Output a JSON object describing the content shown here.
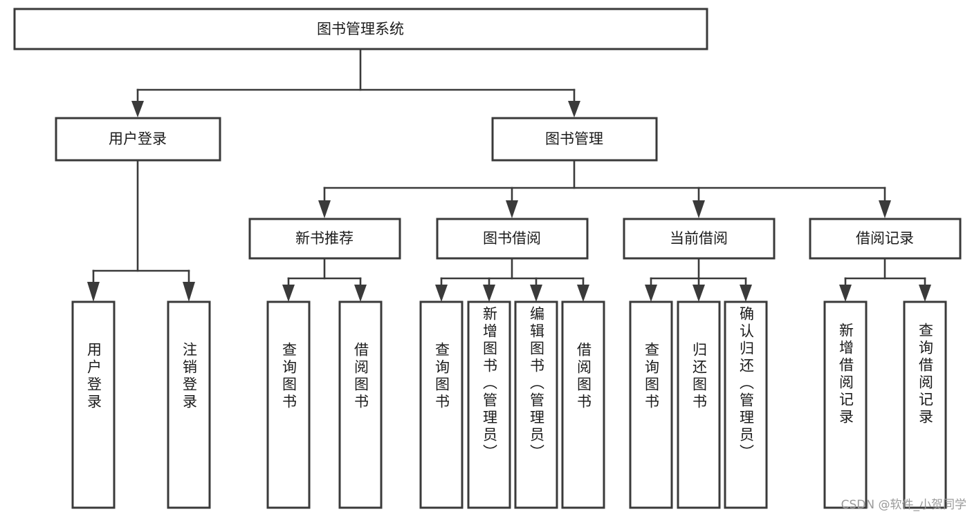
{
  "diagram": {
    "type": "tree",
    "title": "图书管理系统",
    "orientation": "top-down",
    "watermark": "CSDN @软件_小贺同学",
    "colors": {
      "box_stroke": "#3a3a3a",
      "box_fill": "#ffffff",
      "text": "#1b1b1b",
      "connector": "#3a3a3a",
      "watermark": "#9a9a9a",
      "background": "#ffffff"
    },
    "nodes": {
      "root": {
        "label": "图书管理系统",
        "level": 0,
        "orientation": "horizontal"
      },
      "l1": [
        {
          "label": "用户登录",
          "orientation": "horizontal"
        },
        {
          "label": "图书管理",
          "orientation": "horizontal"
        }
      ],
      "l2": [
        {
          "label": "新书推荐",
          "orientation": "horizontal"
        },
        {
          "label": "图书借阅",
          "orientation": "horizontal"
        },
        {
          "label": "当前借阅",
          "orientation": "horizontal"
        },
        {
          "label": "借阅记录",
          "orientation": "horizontal"
        }
      ],
      "leaves_user_login": [
        {
          "label": "用户登录",
          "orientation": "vertical"
        },
        {
          "label": "注销登录",
          "orientation": "vertical"
        }
      ],
      "leaves_new_books": [
        {
          "label": "查询图书",
          "orientation": "vertical"
        },
        {
          "label": "借阅图书",
          "orientation": "vertical"
        }
      ],
      "leaves_borrow": [
        {
          "label": "查询图书",
          "orientation": "vertical"
        },
        {
          "label": "新增图书（管理员）",
          "orientation": "vertical"
        },
        {
          "label": "编辑图书（管理员）",
          "orientation": "vertical"
        },
        {
          "label": "借阅图书",
          "orientation": "vertical"
        }
      ],
      "leaves_current": [
        {
          "label": "查询图书",
          "orientation": "vertical"
        },
        {
          "label": "归还图书",
          "orientation": "vertical"
        },
        {
          "label": "确认归还（管理员）",
          "orientation": "vertical"
        }
      ],
      "leaves_records": [
        {
          "label": "新增借阅记录",
          "orientation": "vertical"
        },
        {
          "label": "查询借阅记录",
          "orientation": "vertical"
        }
      ]
    },
    "edges": [
      {
        "from": "图书管理系统",
        "to": "用户登录"
      },
      {
        "from": "图书管理系统",
        "to": "图书管理"
      },
      {
        "from": "图书管理",
        "to": "新书推荐"
      },
      {
        "from": "图书管理",
        "to": "图书借阅"
      },
      {
        "from": "图书管理",
        "to": "当前借阅"
      },
      {
        "from": "图书管理",
        "to": "借阅记录"
      },
      {
        "from": "用户登录",
        "to": "用户登录"
      },
      {
        "from": "用户登录",
        "to": "注销登录"
      },
      {
        "from": "新书推荐",
        "to": "查询图书"
      },
      {
        "from": "新书推荐",
        "to": "借阅图书"
      },
      {
        "from": "图书借阅",
        "to": "查询图书"
      },
      {
        "from": "图书借阅",
        "to": "新增图书（管理员）"
      },
      {
        "from": "图书借阅",
        "to": "编辑图书（管理员）"
      },
      {
        "from": "图书借阅",
        "to": "借阅图书"
      },
      {
        "from": "当前借阅",
        "to": "查询图书"
      },
      {
        "from": "当前借阅",
        "to": "归还图书"
      },
      {
        "from": "当前借阅",
        "to": "确认归还（管理员）"
      },
      {
        "from": "借阅记录",
        "to": "新增借阅记录"
      },
      {
        "from": "借阅记录",
        "to": "查询借阅记录"
      }
    ]
  }
}
